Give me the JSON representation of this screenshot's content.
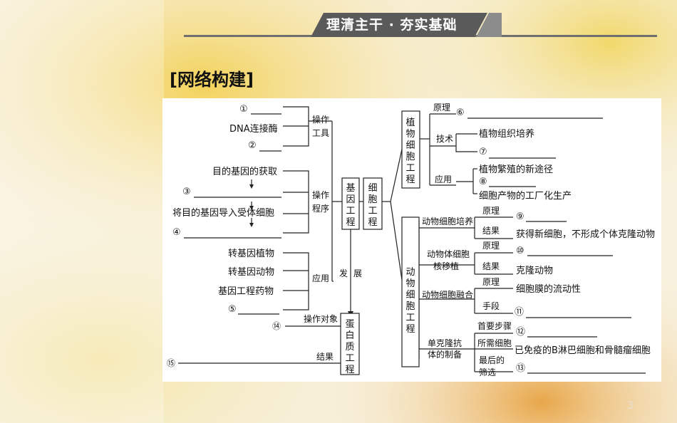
{
  "header": {
    "banner_text": "理清主干 · 夯实基础"
  },
  "title": "[网络构建]",
  "page_number": "3",
  "colors": {
    "banner_dark": "#5a5a5a",
    "banner_mid": "#8c8c8c",
    "line": "#6f6f6f"
  },
  "diagram": {
    "left": {
      "tools_items": [
        "①",
        "DNA连接酶",
        "②"
      ],
      "tools_label": [
        "操作",
        "工具"
      ],
      "procedure_items": [
        "目的基因的获取",
        "③",
        "将目的基因导入受体细胞",
        "④"
      ],
      "procedure_label": [
        "操作",
        "程序"
      ],
      "app_items": [
        "转基因植物",
        "转基因动物",
        "基因工程药物",
        "⑤"
      ],
      "app_label": "应用",
      "center_box": [
        "基",
        "因",
        "工",
        "程"
      ],
      "develop_label": [
        "发",
        "展"
      ],
      "protein_box": [
        "蛋",
        "白",
        "质",
        "工",
        "程"
      ],
      "protein_object_label": "操作对象",
      "protein_object_num": "⑭",
      "protein_result_label": "结果",
      "protein_result_num": "⑮"
    },
    "cell_box": [
      "细",
      "胞",
      "工",
      "程"
    ],
    "plant": {
      "box": [
        "植",
        "物",
        "细",
        "胞",
        "工",
        "程"
      ],
      "principle_label": "原理",
      "principle_num": "⑥",
      "tech_label": "技术",
      "tech_items": [
        "植物组织培养",
        "⑦"
      ],
      "app_label": "应用",
      "app_items": [
        "植物繁殖的新途径",
        "⑧",
        "细胞产物的工厂化生产"
      ]
    },
    "animal": {
      "box": [
        "动",
        "物",
        "细",
        "胞",
        "工",
        "程"
      ],
      "culture_label": "动物细胞培养",
      "culture_principle_label": "原理",
      "culture_principle_num": "⑨",
      "culture_result_label": "结果",
      "culture_result_text": "获得新细胞，不形成个体克隆动物",
      "nuclear_label": [
        "动物体细胞",
        "核移植"
      ],
      "nuclear_principle_label": "原理",
      "nuclear_principle_num": "⑩",
      "nuclear_result_label": "结果",
      "nuclear_result_text": "克隆动物",
      "fusion_label": "动物细胞融合",
      "fusion_principle_label": "原理",
      "fusion_principle_text": "细胞膜的流动性",
      "fusion_means_label": "手段",
      "fusion_means_num": "⑪",
      "mab_label": [
        "单克隆抗",
        "体的制备"
      ],
      "mab_first_label": "首要步骤",
      "mab_first_num": "⑫",
      "mab_cells_label": "所需细胞",
      "mab_cells_text": "已免疫的B淋巴细胞和骨髓瘤细胞",
      "mab_screen_label": [
        "最后的",
        "筛选"
      ],
      "mab_screen_num": "⑬"
    }
  }
}
